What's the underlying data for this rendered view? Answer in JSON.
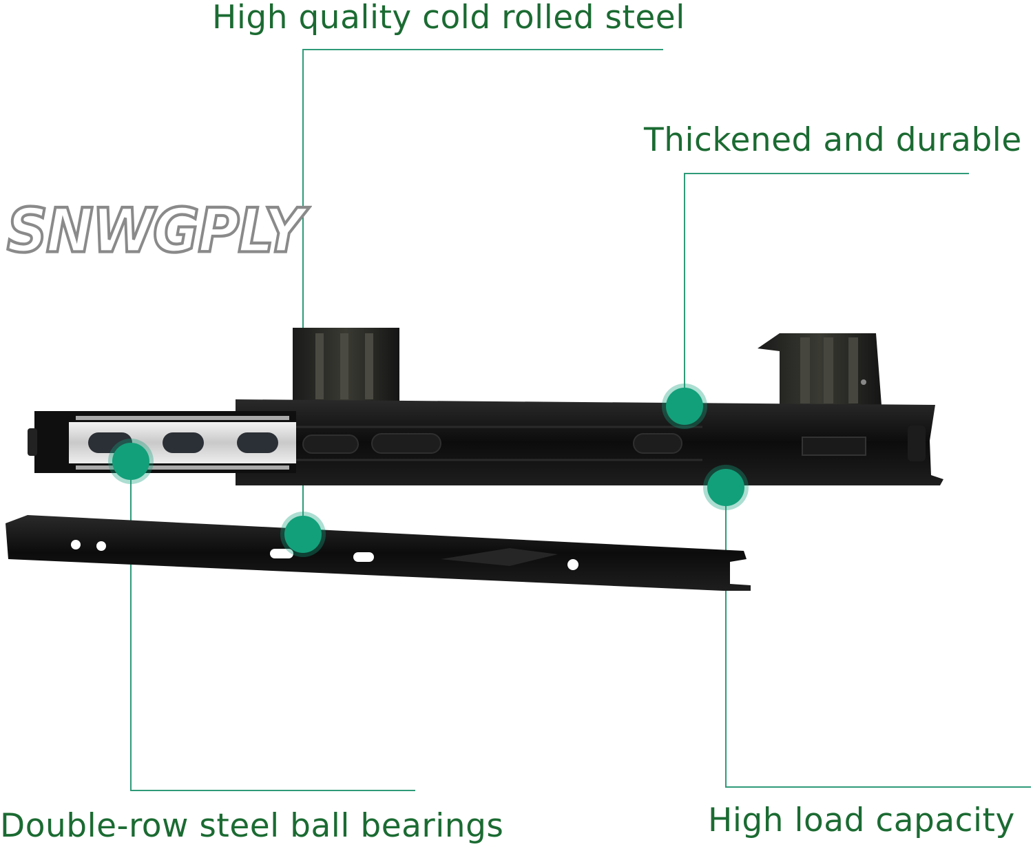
{
  "watermark": {
    "text": "SNWGPLY"
  },
  "callouts": {
    "cold_rolled": "High quality cold rolled steel",
    "thickened": "Thickened and durable",
    "ball_bearings": "Double-row steel ball bearings",
    "load_capacity": "High load capacity"
  },
  "colors": {
    "label_green": "#1b6b32",
    "leader_line": "#2e9a78",
    "marker": "#12a07a",
    "rail": "#111111",
    "bearing_steel": "#d9d9d9"
  }
}
